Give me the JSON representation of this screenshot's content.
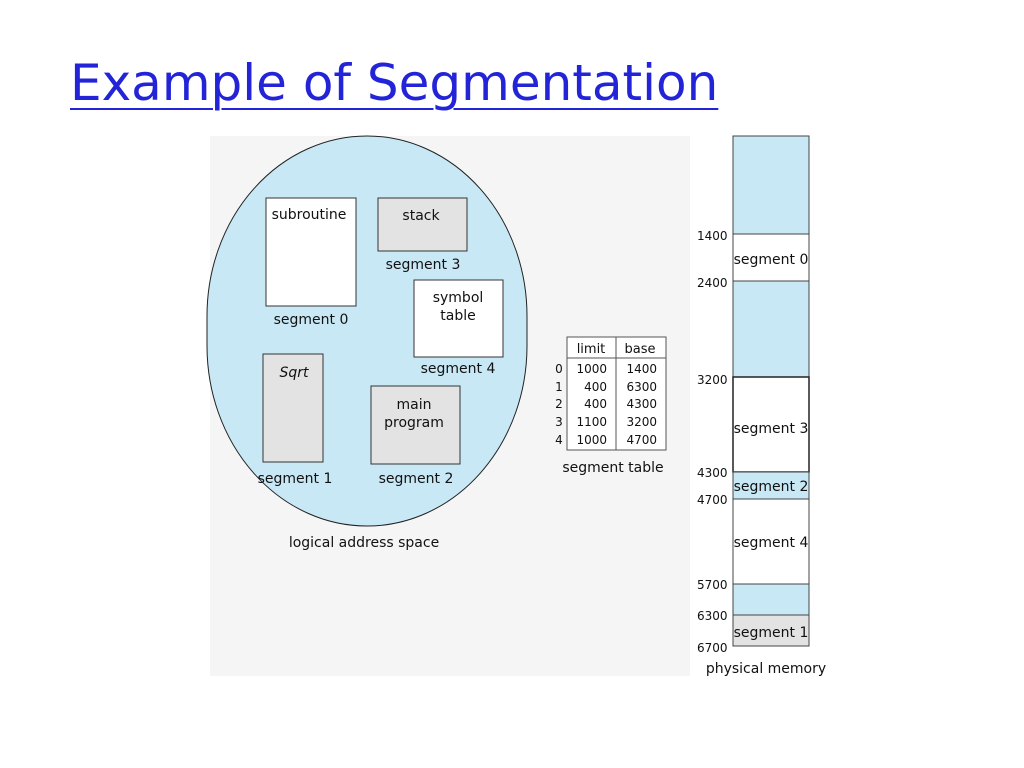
{
  "title": "Example of Segmentation",
  "logical": {
    "caption": "logical address space",
    "boxes": {
      "subroutine": {
        "name": "subroutine",
        "label": "segment 0"
      },
      "stack": {
        "name": "stack",
        "label": "segment 3"
      },
      "symbol_table": {
        "name_line1": "symbol",
        "name_line2": "table",
        "label": "segment 4"
      },
      "sqrt": {
        "name": "Sqrt",
        "label": "segment 1"
      },
      "main_program": {
        "name_line1": "main",
        "name_line2": "program",
        "label": "segment 2"
      }
    }
  },
  "segment_table": {
    "caption": "segment table",
    "headers": [
      "limit",
      "base"
    ],
    "rows": [
      {
        "index": "0",
        "limit": "1000",
        "base": "1400"
      },
      {
        "index": "1",
        "limit": "400",
        "base": "6300"
      },
      {
        "index": "2",
        "limit": "400",
        "base": "4300"
      },
      {
        "index": "3",
        "limit": "1100",
        "base": "3200"
      },
      {
        "index": "4",
        "limit": "1000",
        "base": "4700"
      }
    ]
  },
  "physical": {
    "caption": "physical memory",
    "addresses": [
      "1400",
      "2400",
      "3200",
      "4300",
      "4700",
      "5700",
      "6300",
      "6700"
    ],
    "segments": [
      {
        "label": "segment 0"
      },
      {
        "label": "segment 3"
      },
      {
        "label": "segment 2"
      },
      {
        "label": "segment 4"
      },
      {
        "label": "segment 1"
      }
    ]
  },
  "colors": {
    "title": "#2323d8",
    "ellipse": "#c8e8f6",
    "free_memory": "#c8e8f6",
    "shaded_box": "#e3e3e3",
    "white_box": "#ffffff"
  }
}
